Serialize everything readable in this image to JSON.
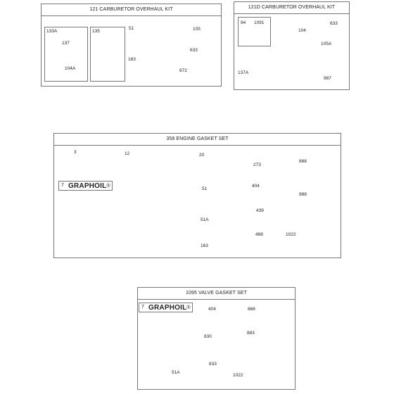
{
  "kits": {
    "k121": {
      "title": "121 CARBURETOR OVERHAUL KIT"
    },
    "k121d": {
      "title": "121D CARBURETOR OVERHAUL KIT"
    },
    "k358": {
      "title": "358 ENGINE GASKET SET"
    },
    "k1095": {
      "title": "1095 VALVE GASKET SET"
    }
  },
  "graphoil": {
    "number": "7",
    "word": "GRAPHOIL",
    "mark": "®"
  },
  "labels": {
    "k121": [
      "133A",
      "137",
      "104A",
      "135",
      "51",
      "163",
      "105",
      "633",
      "672"
    ],
    "k121d": [
      "94",
      "1091",
      "104",
      "633",
      "105A",
      "137A",
      "987"
    ],
    "k358": [
      "3",
      "12",
      "20",
      "273",
      "868",
      "51",
      "404",
      "988",
      "439",
      "51A",
      "468",
      "1022",
      "163"
    ],
    "k1095": [
      "404",
      "868",
      "830",
      "883",
      "833",
      "51A",
      "1022"
    ]
  }
}
